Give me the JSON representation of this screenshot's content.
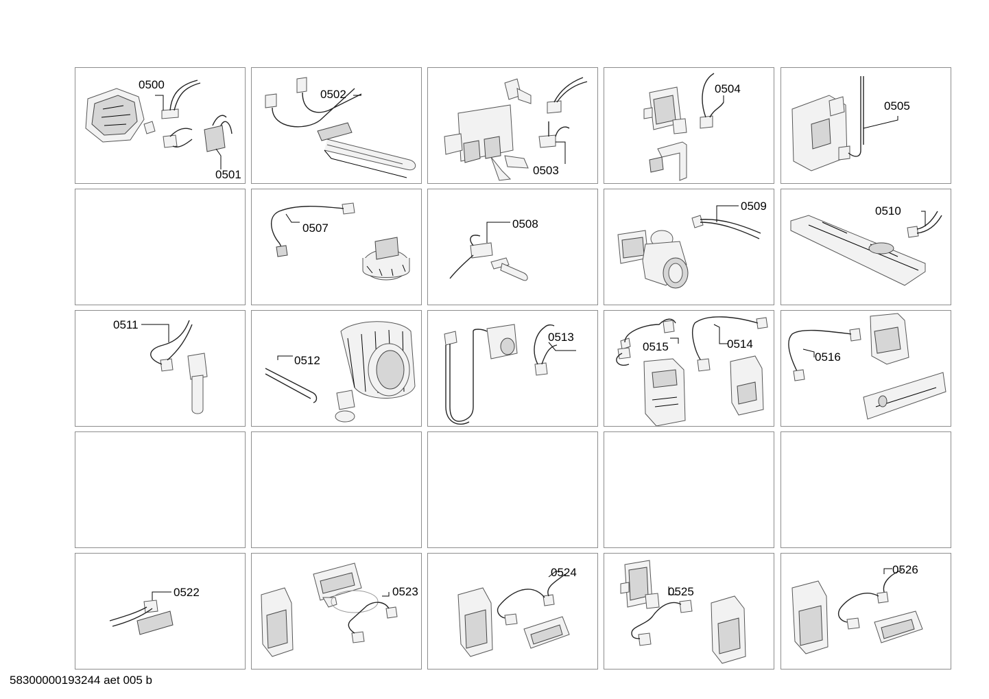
{
  "diagram": {
    "rows": [
      [
        {
          "labels": [
            "0500",
            "0501"
          ]
        },
        {
          "labels": [
            "0502"
          ]
        },
        {
          "labels": [
            "0503"
          ]
        },
        {
          "labels": [
            "0504"
          ]
        },
        {
          "labels": [
            "0505"
          ]
        }
      ],
      [
        {
          "labels": []
        },
        {
          "labels": [
            "0507"
          ]
        },
        {
          "labels": [
            "0508"
          ]
        },
        {
          "labels": [
            "0509"
          ]
        },
        {
          "labels": [
            "0510"
          ]
        }
      ],
      [
        {
          "labels": [
            "0511"
          ]
        },
        {
          "labels": [
            "0512"
          ]
        },
        {
          "labels": [
            "0513"
          ]
        },
        {
          "labels": [
            "0515",
            "0514"
          ]
        },
        {
          "labels": [
            "0516"
          ]
        }
      ],
      [
        {
          "labels": []
        },
        {
          "labels": []
        },
        {
          "labels": []
        },
        {
          "labels": []
        },
        {
          "labels": []
        }
      ],
      [
        {
          "labels": [
            "0522"
          ]
        },
        {
          "labels": [
            "0523"
          ]
        },
        {
          "labels": [
            "0524"
          ]
        },
        {
          "labels": [
            "0525"
          ]
        },
        {
          "labels": [
            "0526"
          ]
        }
      ]
    ]
  },
  "footer": {
    "document_id": "58300000193244 aet 005 b"
  }
}
